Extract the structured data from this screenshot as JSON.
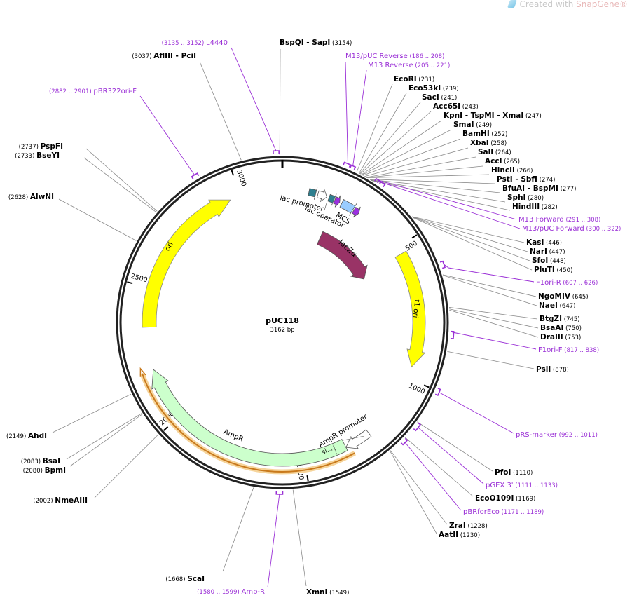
{
  "header": {
    "prefix": "Created with ",
    "brand": "SnapGene®"
  },
  "plasmid": {
    "name": "pUC118",
    "length_label": "3162 bp",
    "length": 3162
  },
  "ticks": [
    {
      "pos": 500,
      "label": "500"
    },
    {
      "pos": 1000,
      "label": "1000"
    },
    {
      "pos": 1500,
      "label": "1500"
    },
    {
      "pos": 2000,
      "label": "2000"
    },
    {
      "pos": 2500,
      "label": "2500"
    },
    {
      "pos": 3000,
      "label": "3000"
    }
  ],
  "enzymes": [
    {
      "name": "BspQI  - SapI",
      "pos": "(3154)"
    },
    {
      "name": "EcoRI",
      "pos": "(231)"
    },
    {
      "name": "Eco53kI",
      "pos": "(239)"
    },
    {
      "name": "SacI",
      "pos": "(241)"
    },
    {
      "name": "Acc65I",
      "pos": "(243)"
    },
    {
      "name": "KpnI  - TspMI  - XmaI",
      "pos": "(247)"
    },
    {
      "name": "SmaI",
      "pos": "(249)"
    },
    {
      "name": "BamHI",
      "pos": "(252)"
    },
    {
      "name": "XbaI",
      "pos": "(258)"
    },
    {
      "name": "SalI",
      "pos": "(264)"
    },
    {
      "name": "AccI",
      "pos": "(265)"
    },
    {
      "name": "HincII",
      "pos": "(266)"
    },
    {
      "name": "PstI  - SbfI",
      "pos": "(274)"
    },
    {
      "name": "BfuAI  - BspMI",
      "pos": "(277)"
    },
    {
      "name": "SphI",
      "pos": "(280)"
    },
    {
      "name": "HindIII",
      "pos": "(282)"
    },
    {
      "name": "KasI",
      "pos": "(446)"
    },
    {
      "name": "NarI",
      "pos": "(447)"
    },
    {
      "name": "SfoI",
      "pos": "(448)"
    },
    {
      "name": "PluTI",
      "pos": "(450)"
    },
    {
      "name": "NgoMIV",
      "pos": "(645)"
    },
    {
      "name": "NaeI",
      "pos": "(647)"
    },
    {
      "name": "BtgZI",
      "pos": "(745)"
    },
    {
      "name": "BsaAI",
      "pos": "(750)"
    },
    {
      "name": "DraIII",
      "pos": "(753)"
    },
    {
      "name": "PsiI",
      "pos": "(878)"
    },
    {
      "name": "PfoI",
      "pos": "(1110)"
    },
    {
      "name": "EcoO109I",
      "pos": "(1169)"
    },
    {
      "name": "ZraI",
      "pos": "(1228)"
    },
    {
      "name": "AatII",
      "pos": "(1230)"
    },
    {
      "name": "XmnI",
      "pos": "(1549)"
    },
    {
      "name": "ScaI",
      "pos": "(1668)"
    },
    {
      "name": "NmeAIII",
      "pos": "(2002)"
    },
    {
      "name": "BpmI",
      "pos": "(2080)"
    },
    {
      "name": "BsaI",
      "pos": "(2083)"
    },
    {
      "name": "AhdI",
      "pos": "(2149)"
    },
    {
      "name": "AlwNI",
      "pos": "(2628)"
    },
    {
      "name": "BseYI",
      "pos": "(2733)"
    },
    {
      "name": "PspFI",
      "pos": "(2737)"
    },
    {
      "name": "AflIII  - PciI",
      "pos": "(3037)"
    }
  ],
  "primers": [
    {
      "name": "L4440",
      "range": "(3135 .. 3152)"
    },
    {
      "name": "pBR322ori-F",
      "range": "(2882 .. 2901)"
    },
    {
      "name": "M13/pUC Reverse",
      "range": "(186 .. 208)"
    },
    {
      "name": "M13 Reverse",
      "range": "(205 .. 221)"
    },
    {
      "name": "M13 Forward",
      "range": "(291 .. 308)"
    },
    {
      "name": "M13/pUC Forward",
      "range": "(300 .. 322)"
    },
    {
      "name": "F1ori-R",
      "range": "(607 .. 626)"
    },
    {
      "name": "F1ori-F",
      "range": "(817 .. 838)"
    },
    {
      "name": "pRS-marker",
      "range": "(992 .. 1011)"
    },
    {
      "name": "pGEX 3'",
      "range": "(1111 .. 1133)"
    },
    {
      "name": "pBRforEco",
      "range": "(1171 .. 1189)"
    },
    {
      "name": "Amp-R",
      "range": "(1580 .. 1599)"
    }
  ],
  "features": {
    "lac_promoter": "lac promoter",
    "lac_operator": "lac operator",
    "mcs": "MCS",
    "lacz": "lacZα",
    "f1_ori": "f1 ori",
    "ori": "ori",
    "ampr": "AmpR",
    "ampr_promoter": "AmpR promoter",
    "signal": "si..."
  },
  "colors": {
    "primer": "#9a2fd6",
    "ori": "#ffff00",
    "ampr": "#ccffcc",
    "lacz": "#993366",
    "mcs": "#99ccff",
    "lac": "#2e7f8f",
    "orf": "#c8791c"
  }
}
